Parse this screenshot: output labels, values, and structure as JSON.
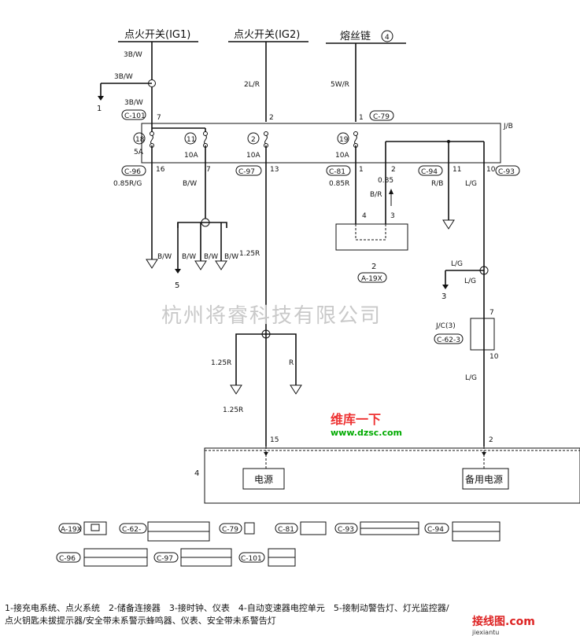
{
  "top_labels": {
    "ig1": "点火开关(IG1)",
    "ig2": "点火开关(IG2)",
    "fuse_link": "熔丝链",
    "fuse_link_num": "4"
  },
  "wires": {
    "w3bw_a": "3B/W",
    "w3bw_b": "3B/W",
    "w3bw_c": "3B/W",
    "w2lr": "2L/R",
    "w5wr": "5W/R",
    "w085rg": "0.85R/G",
    "wbw": "B/W",
    "w085r": "0.85R",
    "w085": "0.85",
    "wbr": "B/R",
    "wrb": "R/B",
    "wlg1": "L/G",
    "wbw1": "B/W",
    "wbw2": "B/W",
    "wbw3": "B/W",
    "wbw4": "B/W",
    "w125r": "1.25R",
    "wlg2": "L/G",
    "wlg3": "L/G",
    "w125r_b": "1.25R",
    "wr": "R",
    "w125r_c": "1.25R",
    "wlg4": "L/G"
  },
  "connectors": {
    "c101": "C-101",
    "c79": "C-79",
    "c96": "C-96",
    "c97": "C-97",
    "c81": "C-81",
    "c94": "C-94",
    "c93": "C-93",
    "a19x": "A-19X",
    "c62": "C-62-3",
    "jb": "J/B",
    "jc": "J/C(3)"
  },
  "pins": {
    "p7": "7",
    "p2": "2",
    "p1": "1",
    "p16": "16",
    "p7b": "7",
    "p13": "13",
    "p1b": "1",
    "p2b": "2",
    "p11": "11",
    "p10": "10",
    "p4": "4",
    "p3": "3",
    "p7c": "7",
    "p10c": "10",
    "p15": "15",
    "p2c": "2"
  },
  "fuses": {
    "f18": "18",
    "f18a": "5A",
    "f11": "11",
    "f11a": "10A",
    "f2": "2",
    "f2a": "10A",
    "f19": "19",
    "f19a": "10A"
  },
  "refs": {
    "r1": "1",
    "r5": "5",
    "r2": "2",
    "r3": "3",
    "r4": "4"
  },
  "boxes": {
    "power": "电源",
    "backup_power": "备用电源"
  },
  "watermark": "杭州将睿科技有限公司",
  "site_mark": {
    "a": "维库一下",
    "b": "www.dzsc.com"
  },
  "corner_mark": {
    "a": "接线图.com",
    "b": "jiexiantu"
  },
  "connector_legend": [
    "A-19X",
    "C-62-",
    "C-79",
    "C-81",
    "C-93",
    "C-94",
    "C-96",
    "C-97",
    "C-101"
  ],
  "legend": {
    "line1": "1-接充电系统、点火系统　2-储备连接器　3-接时钟、仪表　4-自动变速器电控单元　5-接制动警告灯、灯光监控器/",
    "line2": "点火钥匙未拔提示器/安全带未系警示蜂鸣器、仪表、安全带未系警告灯"
  }
}
